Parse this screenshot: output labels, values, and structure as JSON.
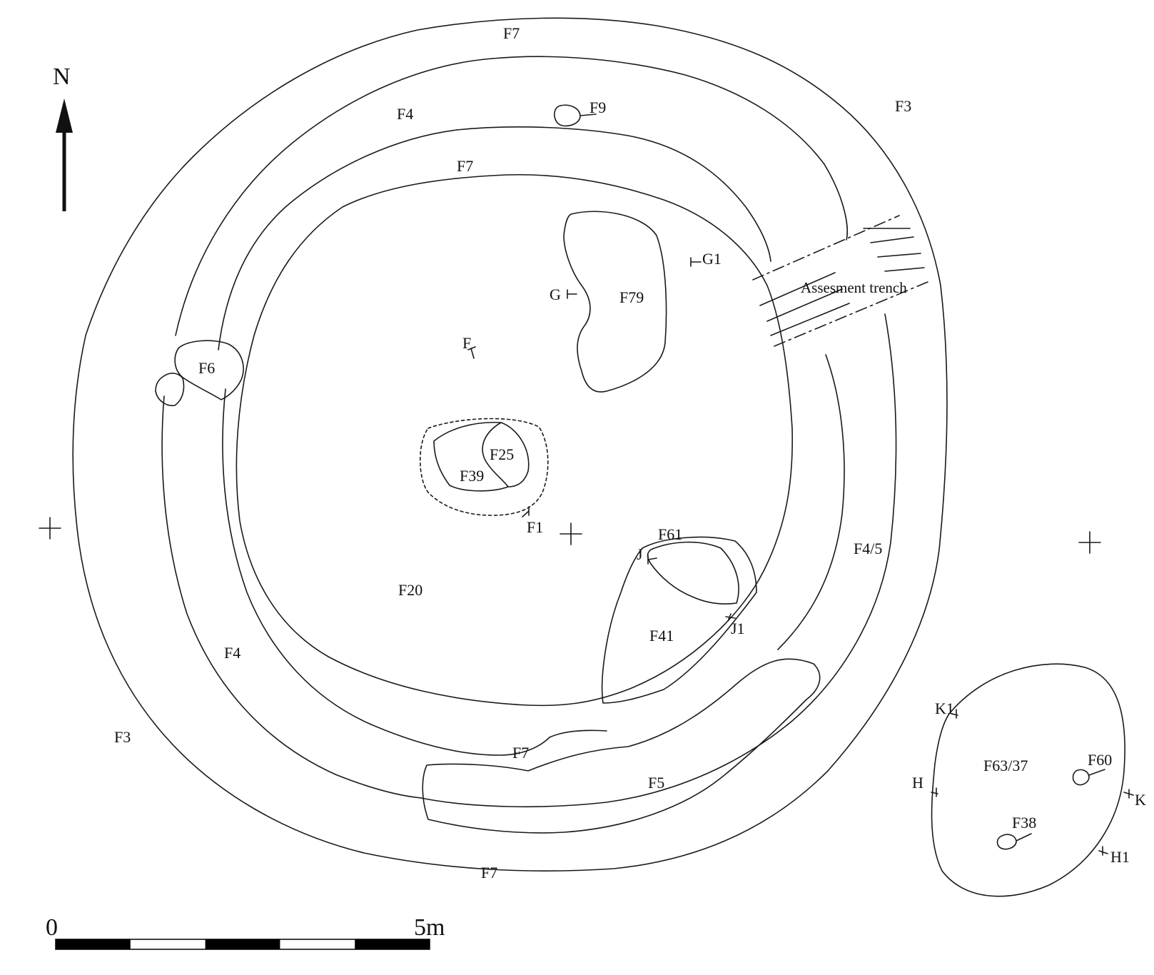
{
  "north": "N",
  "scale": {
    "start": "0",
    "end": "5m"
  },
  "features": {
    "F7_outer": "F7",
    "F7_mid": "F7",
    "F7_inner": "F7",
    "F7_south": "F7",
    "F4_north": "F4",
    "F4_west": "F4",
    "F45": "F4/5",
    "F3_ne": "F3",
    "F3_sw": "F3",
    "F9": "F9",
    "F6": "F6",
    "F79": "F79",
    "F25": "F25",
    "F39": "F39",
    "F20": "F20",
    "F61": "F61",
    "F41": "F41",
    "F5": "F5",
    "F63_37": "F63/37",
    "F60": "F60",
    "F38": "F38"
  },
  "trench": "Assesment trench",
  "sections": {
    "G": "G",
    "G1": "G1",
    "F": "F",
    "F1": "F1",
    "J": "J",
    "J1": "J1",
    "K": "K",
    "K1": "K1",
    "H": "H",
    "H1": "H1"
  },
  "colors": {
    "line": "#1a1a1a",
    "paper": "#ffffff",
    "scale_fill": "#000000"
  }
}
